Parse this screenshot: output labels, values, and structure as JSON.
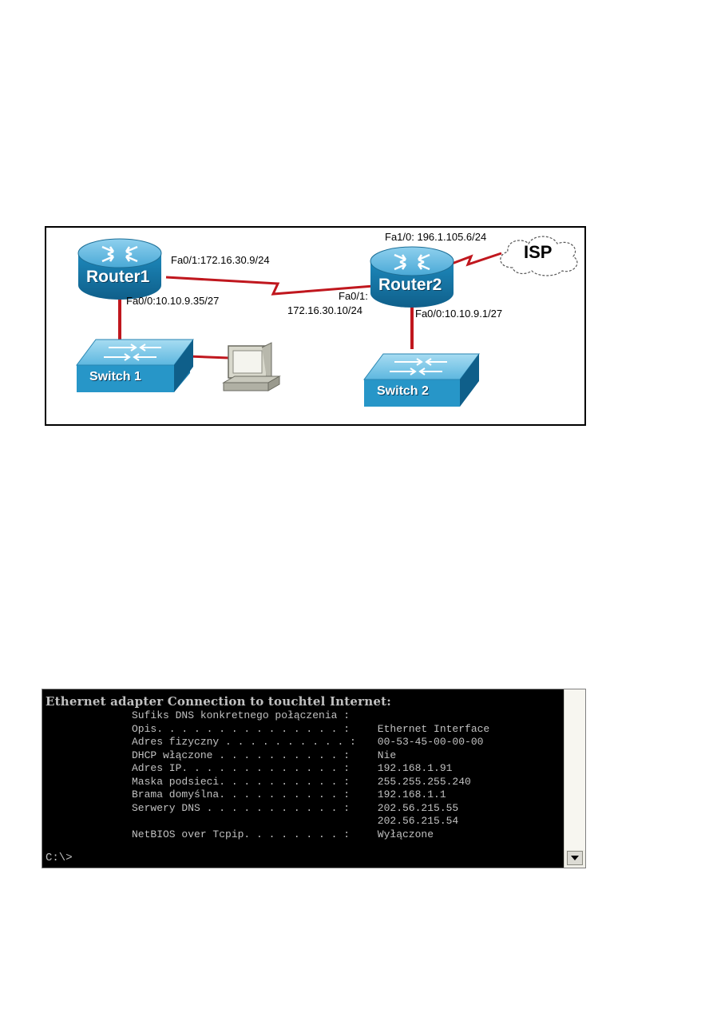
{
  "diagram": {
    "devices": {
      "router1": "Router1",
      "router2": "Router2",
      "switch1": "Switch 1",
      "switch2": "Switch 2",
      "isp": "ISP",
      "pc": "PC"
    },
    "labels": {
      "r1_fa01": "Fa0/1:172.16.30.9/24",
      "r1_fa00": "Fa0/0:10.10.9.35/27",
      "r2_fa01_line1": "Fa0/1:",
      "r2_fa01_line2": "172.16.30.10/24",
      "r2_fa00": "Fa0/0:10.10.9.1/27",
      "r2_fa10": "Fa1/0: 196.1.105.6/24"
    },
    "colors": {
      "link": "#c0171e",
      "device": "#1f8fbf"
    }
  },
  "console": {
    "title": "Ethernet adapter Connection to touchtel Internet:",
    "rows": [
      {
        "key": "Sufiks DNS konkretnego połączenia :",
        "value": ""
      },
      {
        "key": "Opis. . . . . . . . . . . . . . . :",
        "value": " Ethernet Interface"
      },
      {
        "key": "Adres fizyczny . . . . . . . . . . :",
        "value": " 00-53-45-00-00-00"
      },
      {
        "key": "DHCP włączone . . . . . . . . . . :",
        "value": " Nie"
      },
      {
        "key": "Adres IP. . . . . . . . . . . . . :",
        "value": " 192.168.1.91"
      },
      {
        "key": "Maska podsieci. . . . . . . . . . :",
        "value": " 255.255.255.240"
      },
      {
        "key": "Brama domyślna. . . . . . . . . . :",
        "value": " 192.168.1.1"
      },
      {
        "key": "Serwery DNS . . . . . . . . . . . :",
        "value": " 202.56.215.55"
      },
      {
        "key": "",
        "value": " 202.56.215.54"
      },
      {
        "key": "NetBIOS over Tcpip. . . . . . . . :",
        "value": " Wyłączone"
      }
    ],
    "prompt": "C:\\>"
  }
}
